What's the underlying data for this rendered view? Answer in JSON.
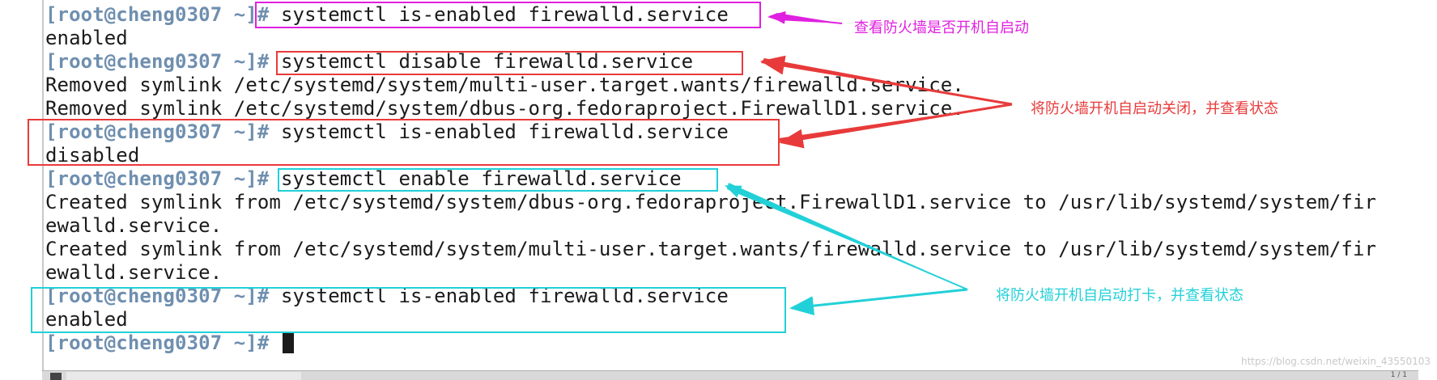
{
  "terminal": {
    "prompt": "[root@cheng0307 ~]#",
    "lines": [
      {
        "kind": "cmd",
        "text": "systemctl is-enabled firewalld.service"
      },
      {
        "kind": "out",
        "text": "enabled"
      },
      {
        "kind": "cmd",
        "text": "systemctl disable firewalld.service"
      },
      {
        "kind": "out",
        "text": "Removed symlink /etc/systemd/system/multi-user.target.wants/firewalld.service."
      },
      {
        "kind": "out",
        "text": "Removed symlink /etc/systemd/system/dbus-org.fedoraproject.FirewallD1.service."
      },
      {
        "kind": "cmd",
        "text": "systemctl is-enabled firewalld.service"
      },
      {
        "kind": "out",
        "text": "disabled"
      },
      {
        "kind": "cmd",
        "text": "systemctl enable firewalld.service"
      },
      {
        "kind": "out",
        "text": "Created symlink from /etc/systemd/system/dbus-org.fedoraproject.FirewallD1.service to /usr/lib/systemd/system/fir"
      },
      {
        "kind": "out",
        "text": "ewalld.service."
      },
      {
        "kind": "out",
        "text": "Created symlink from /etc/systemd/system/multi-user.target.wants/firewalld.service to /usr/lib/systemd/system/fir"
      },
      {
        "kind": "out",
        "text": "ewalld.service."
      },
      {
        "kind": "cmd",
        "text": "systemctl is-enabled firewalld.service"
      },
      {
        "kind": "out",
        "text": "enabled"
      },
      {
        "kind": "prompt",
        "text": ""
      }
    ]
  },
  "annotations": {
    "check_autostart": "查看防火墙是否开机自启动",
    "disable_autostart": "将防火墙开机自启动关闭，并查看状态",
    "enable_autostart": "将防火墙开机自启动打卡，并查看状态"
  },
  "colors": {
    "magenta": "#e020e0",
    "red": "#e83a3a",
    "cyan": "#22d0d8",
    "prompt": "#6f8faf"
  },
  "statusbar": {
    "page": "1 / 1"
  },
  "watermark": "https://blog.csdn.net/weixin_43550103"
}
